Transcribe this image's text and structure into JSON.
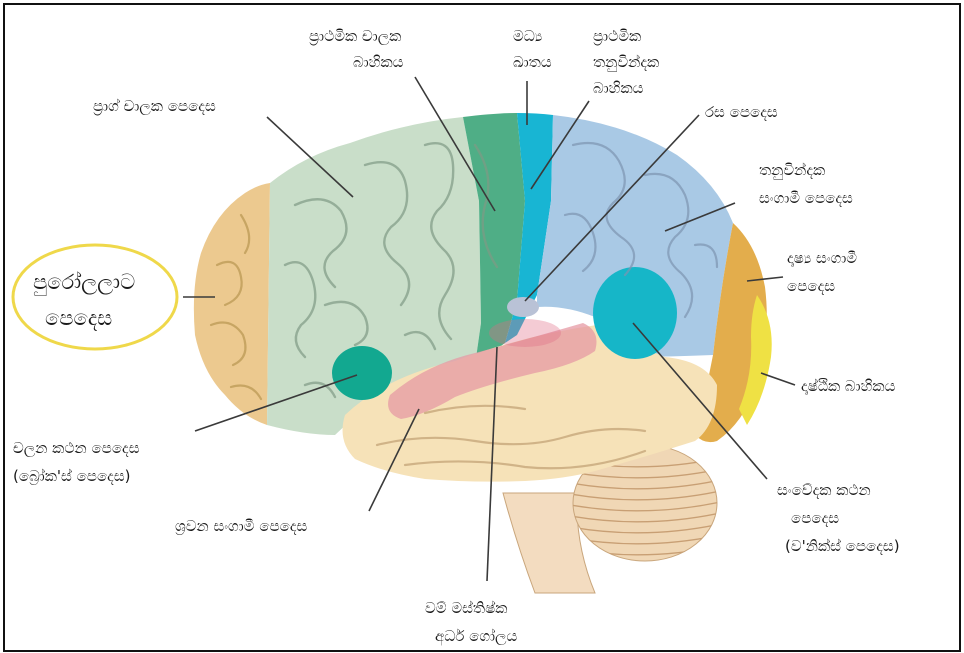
{
  "colors": {
    "prefrontal": "#ecc98f",
    "premotor": "#c9dec9",
    "primary_motor": "#4fae86",
    "primary_sensory": "#18b5d3",
    "sensory_association": "#a9c9e5",
    "visual_association": "#e3ad4c",
    "visual_cortex": "#efe144",
    "temporal": "#f6e2b8",
    "auditory": "#e59aa4",
    "broca": "#12a890",
    "wernicke": "#16b6c8",
    "taste": "#b9c2d6",
    "cerebellum": "#f0d7b5",
    "highlight_ring": "#efd84a"
  },
  "labels": {
    "premotor": "ප්‍රාග් චාලක පෙදෙස",
    "primary_motor": [
      "ප්‍රාථමික චාලක",
      "බාහිකය"
    ],
    "central_sulcus": [
      "මධ්‍ය",
      "ඛාතය"
    ],
    "primary_sensory": [
      "ප්‍රාථමික",
      "තනුවින්දක",
      "බාහිකය"
    ],
    "taste": "රස පෙදෙස",
    "sensory_association": [
      "තනුවින්දක",
      "සංගාමී පෙදෙස"
    ],
    "visual_association": [
      "දෘෂ්‍ය සංගාමී",
      "පෙදෙස"
    ],
    "visual_cortex": "දෘෂ්ඨික බාහිකය",
    "prefrontal": [
      "පුරෝලලාට",
      "පෙදෙස"
    ],
    "broca": [
      "චලන කථන පෙදෙස",
      "(බ්‍රෝක'ස් පෙදෙස)"
    ],
    "auditory": "ශ්‍රවන සංගාමී පෙදෙස",
    "wernicke": [
      "සංවේදක කථන",
      "පෙදෙස",
      "(ව'නික්ස් පෙදෙස)"
    ],
    "hemisphere": [
      "වම් මස්තිෂ්ක",
      "අර්ධ ගෝලය"
    ]
  }
}
